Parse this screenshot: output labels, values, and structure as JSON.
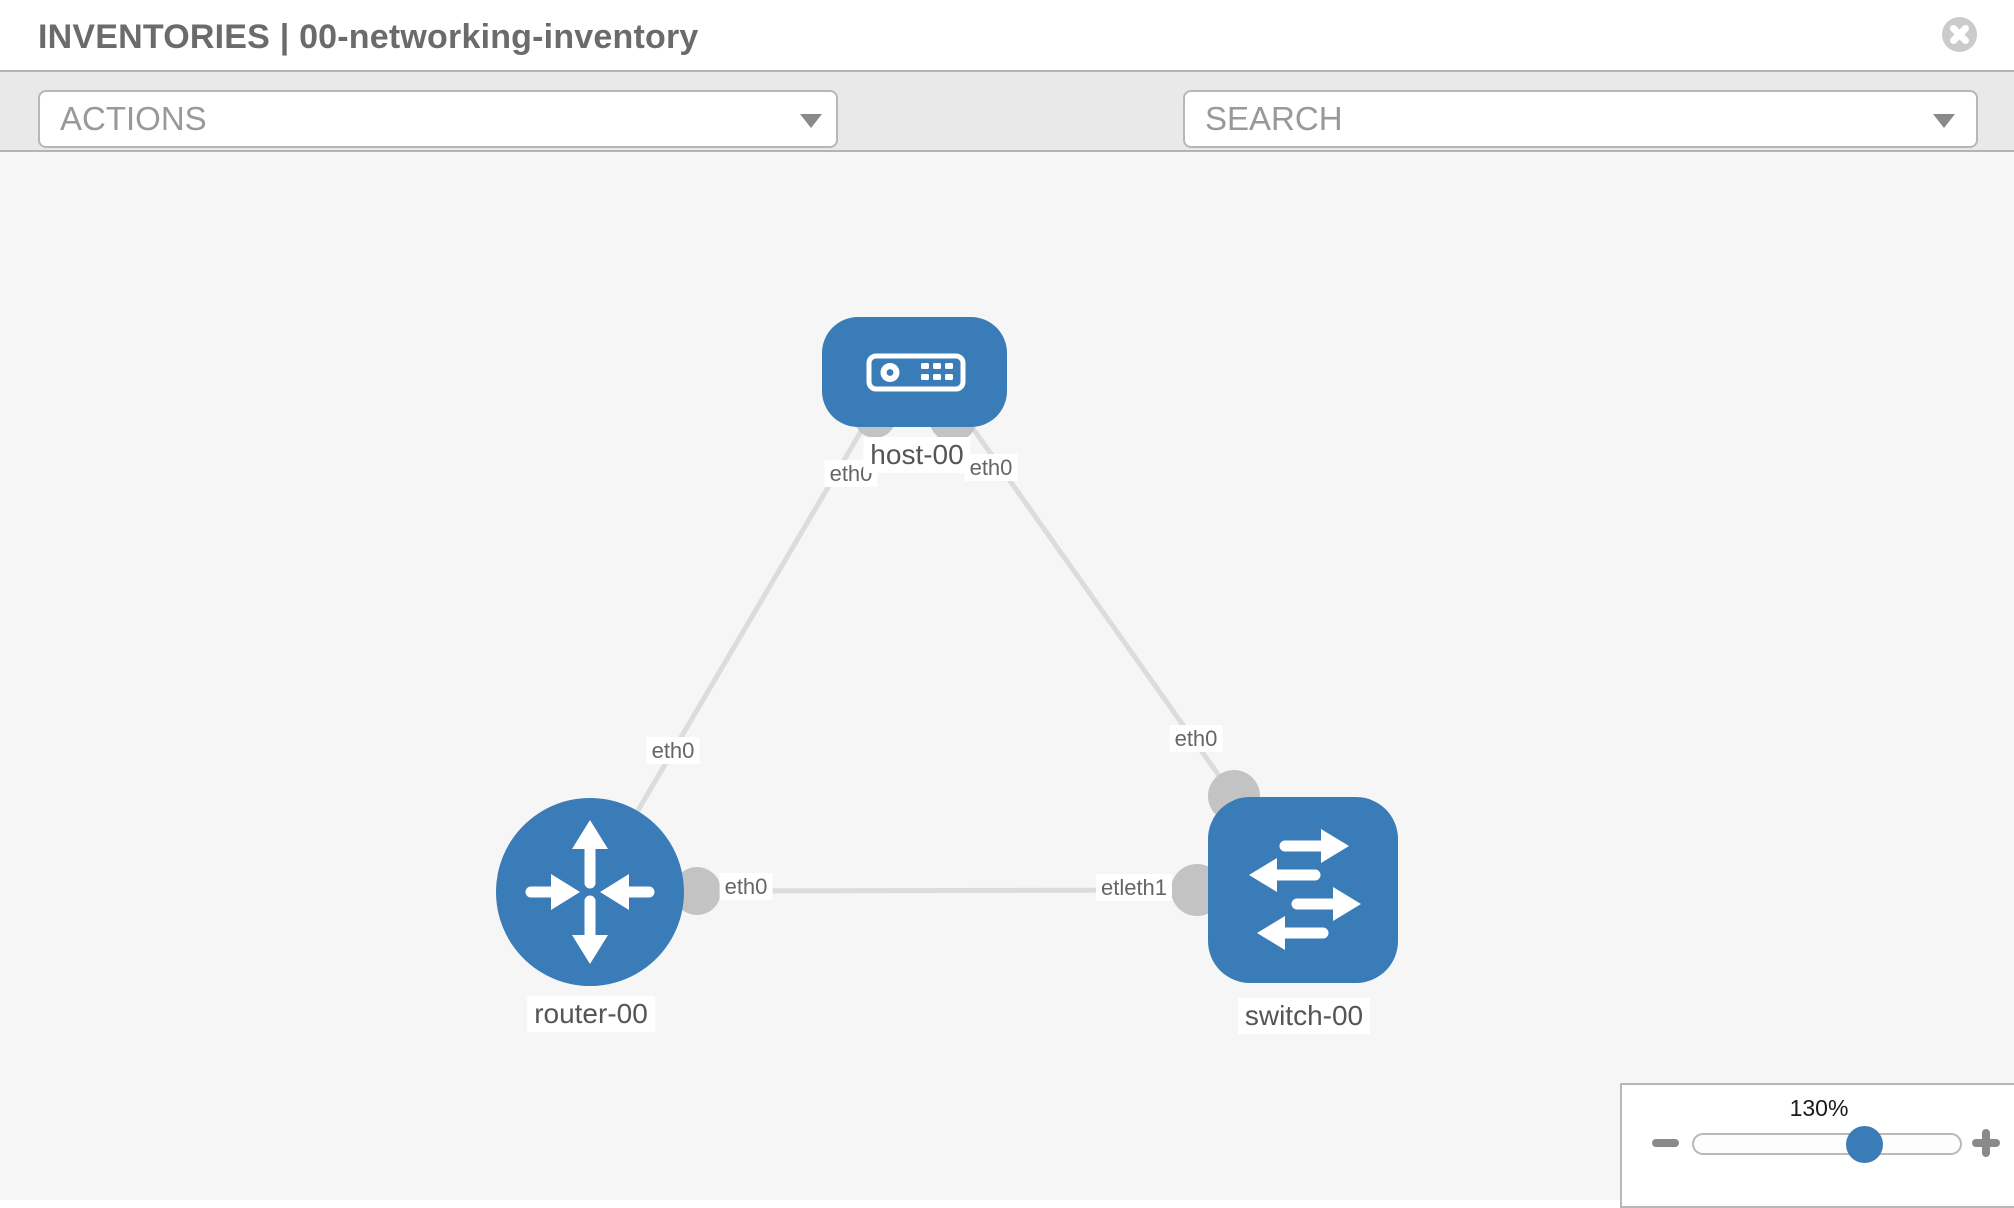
{
  "header": {
    "title": "INVENTORIES | 00-networking-inventory"
  },
  "toolbar": {
    "actions_dropdown": {
      "label": "ACTIONS"
    },
    "search_dropdown": {
      "placeholder": "SEARCH"
    }
  },
  "icons": {
    "close": "x-in-circle",
    "wrench": "wrench",
    "key": "key",
    "dropdown_caret": "chevron-down",
    "zoom_minus": "minus",
    "zoom_plus": "plus"
  },
  "colors": {
    "node_blue": "#3a7cb8",
    "link_gray": "#dcdcdc",
    "port_gray": "#c3c3c3",
    "toolbar_bg": "#e9e9e9",
    "canvas_bg": "#f6f6f6",
    "border_gray": "#b7b7b7"
  },
  "topology": {
    "nodes": [
      {
        "id": "host-00",
        "label": "host-00",
        "type": "host",
        "shape": "rounded-rect",
        "icon": "server-icon"
      },
      {
        "id": "router-00",
        "label": "router-00",
        "type": "router",
        "shape": "circle",
        "icon": "router-arrows-icon"
      },
      {
        "id": "switch-00",
        "label": "switch-00",
        "type": "switch",
        "shape": "rounded-square",
        "icon": "switch-arrows-icon"
      }
    ],
    "links": [
      {
        "source": "host-00",
        "target": "router-00",
        "source_interface": "eth0",
        "target_interface": "eth0"
      },
      {
        "source": "host-00",
        "target": "switch-00",
        "source_interface": "eth0",
        "target_interface": "eth0"
      },
      {
        "source": "router-00",
        "target": "switch-00",
        "source_interface": "eth0",
        "target_interface": "etleth1"
      }
    ]
  },
  "zoom_control": {
    "value_label": "130%",
    "zoom_percent": 130
  }
}
